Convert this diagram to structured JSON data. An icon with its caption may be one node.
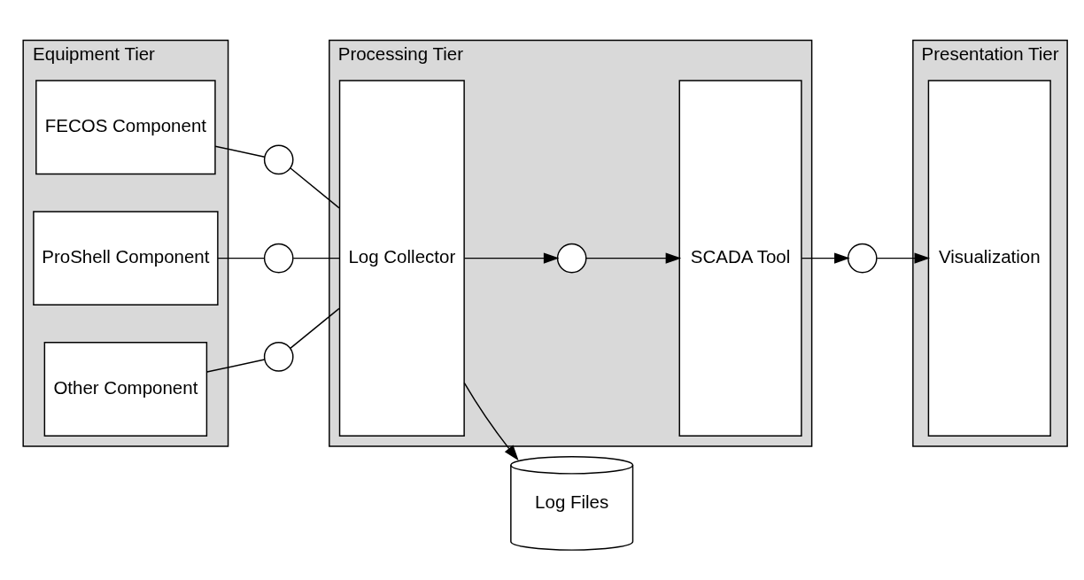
{
  "diagram": {
    "nodes": [
      {
        "text": [
          "Equipment Tier"
        ]
      },
      {
        "text": [
          "FECOS Component"
        ],
        "in": 0
      },
      {
        "text": [
          "ProShell Component"
        ],
        "in": 0
      },
      {
        "text": [
          "Other Component"
        ],
        "in": 0
      },
      {
        "text": [
          "Processing Tier"
        ]
      },
      {
        "text": [
          "Log Collector"
        ],
        "in": 4
      },
      {
        "text": [
          "SCADA Tool"
        ],
        "in": 4
      },
      {
        "text": [
          "Presentation Tier"
        ]
      },
      {
        "text": [
          "Visualization"
        ],
        "in": 7
      },
      {
        "text": [],
        "shape": "circle"
      },
      {
        "text": [],
        "shape": "circle"
      },
      {
        "text": [],
        "shape": "circle"
      },
      {
        "text": [],
        "shape": "circle",
        "in": 4
      },
      {
        "text": [],
        "shape": "circle"
      },
      {
        "text": [
          "Log Files"
        ]
      }
    ],
    "edges": [
      {
        "from": 1,
        "to": 9,
        "arrow": "none"
      },
      {
        "from": 9,
        "to": 5,
        "arrow": "none"
      },
      {
        "from": 2,
        "to": 10,
        "arrow": "none"
      },
      {
        "from": 10,
        "to": 5,
        "arrow": "none"
      },
      {
        "from": 3,
        "to": 11,
        "arrow": "none"
      },
      {
        "from": 11,
        "to": 5,
        "arrow": "none"
      },
      {
        "from": 5,
        "to": 12,
        "arrow": "to"
      },
      {
        "from": 12,
        "to": 6,
        "arrow": "to"
      },
      {
        "from": 6,
        "to": 13,
        "arrow": "to"
      },
      {
        "from": 13,
        "to": 8,
        "arrow": "to"
      },
      {
        "from": 5,
        "to": 14,
        "arrow": "to"
      }
    ]
  }
}
